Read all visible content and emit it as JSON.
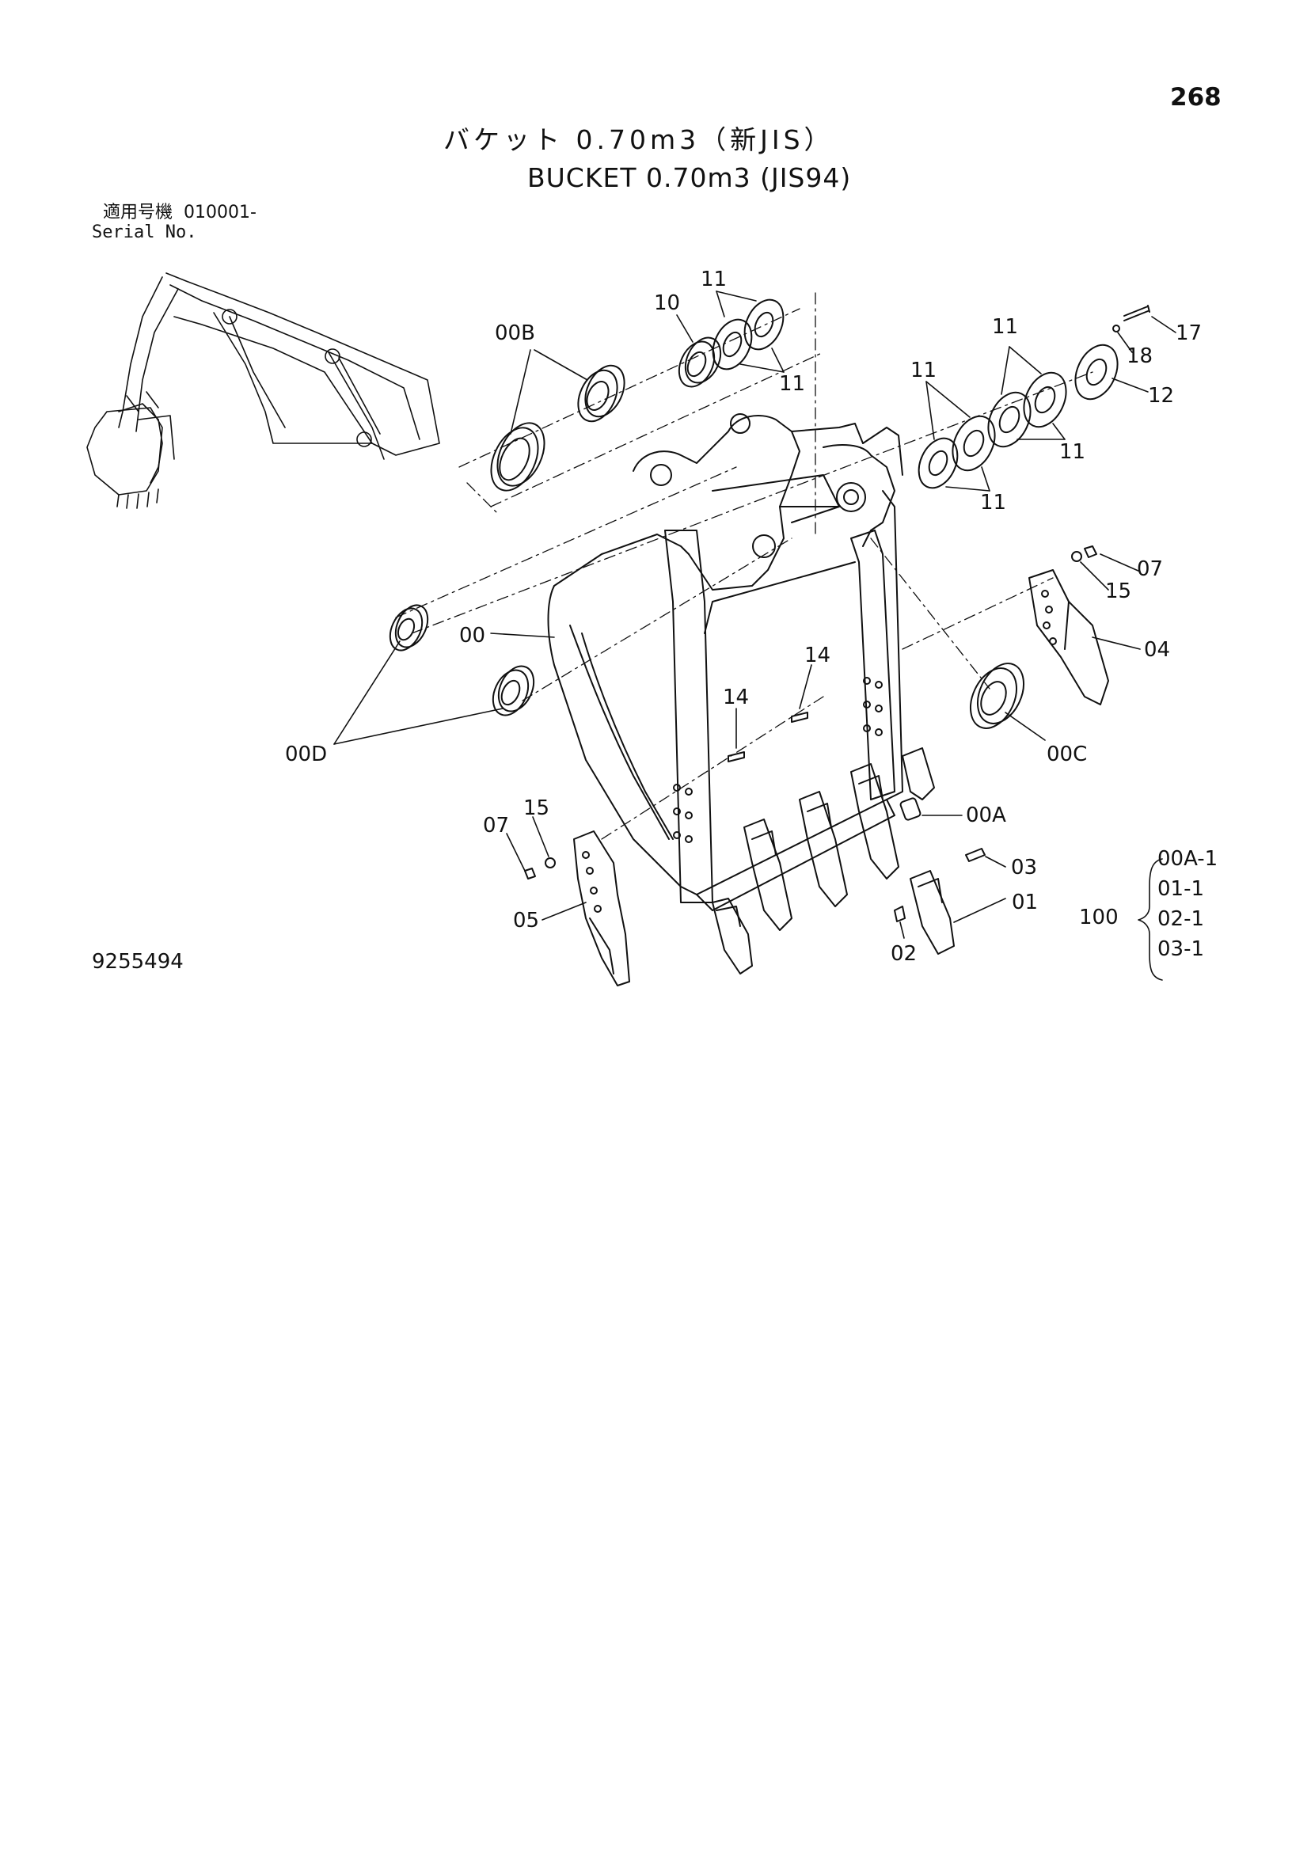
{
  "page": {
    "number": "268",
    "title_jp": "バケット 0.70m3（新JIS）",
    "title_en": "BUCKET 0.70m3 (JIS94)",
    "serial_label_jp": "適用号機",
    "serial_value": "010001-",
    "serial_label_en": "Serial No.",
    "drawing_number": "9255494"
  },
  "callouts": {
    "c00": "00",
    "c00A": "00A",
    "c00B": "00B",
    "c00C": "00C",
    "c00D": "00D",
    "c01": "01",
    "c02": "02",
    "c03": "03",
    "c04": "04",
    "c05": "05",
    "c07_right": "07",
    "c07_left": "07",
    "c10": "10",
    "c11_a": "11",
    "c11_b": "11",
    "c11_c": "11",
    "c11_d": "11",
    "c11_e": "11",
    "c11_f": "11",
    "c12": "12",
    "c14_a": "14",
    "c14_b": "14",
    "c15_right": "15",
    "c15_left": "15",
    "c17": "17",
    "c18": "18"
  },
  "kit": {
    "number": "100",
    "items": [
      "00A-1",
      "01-1",
      "02-1",
      "03-1"
    ]
  }
}
